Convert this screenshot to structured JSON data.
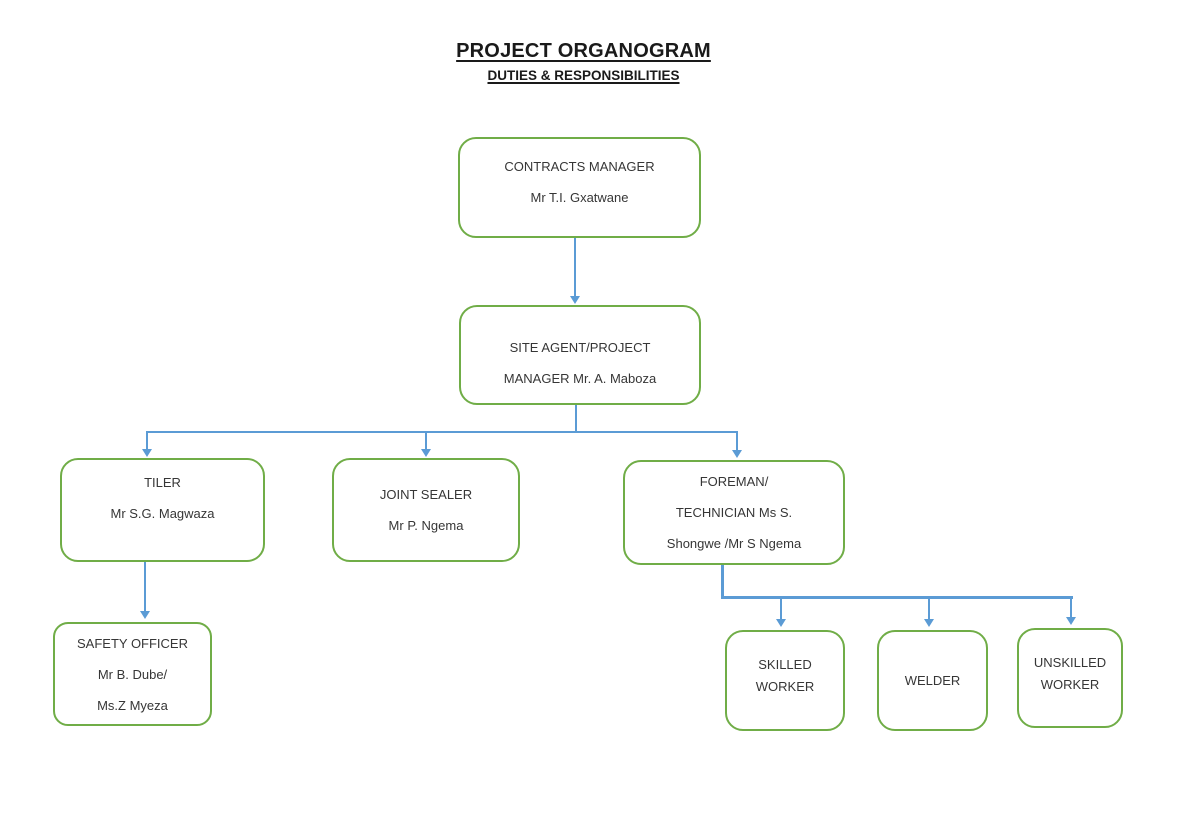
{
  "title": "PROJECT ORGANOGRAM",
  "subtitle": "DUTIES & RESPONSIBILITIES",
  "palette": {
    "box_border_green": "#70ad47",
    "connector_blue": "#5b9bd5",
    "text": "#363636"
  },
  "nodes": {
    "contracts_manager": {
      "lines": [
        "CONTRACTS MANAGER",
        "Mr T.I. Gxatwane"
      ]
    },
    "site_agent": {
      "lines": [
        "SITE AGENT/PROJECT",
        "MANAGER Mr. A. Maboza"
      ]
    },
    "tiler": {
      "lines": [
        "TILER",
        "Mr S.G. Magwaza"
      ]
    },
    "joint_sealer": {
      "lines": [
        "JOINT SEALER",
        "Mr P. Ngema"
      ]
    },
    "foreman": {
      "lines": [
        "FOREMAN/",
        "TECHNICIAN Ms S.",
        "Shongwe /Mr S Ngema"
      ]
    },
    "safety_officer": {
      "lines": [
        "SAFETY OFFICER",
        "Mr B. Dube/",
        "Ms.Z Myeza"
      ]
    },
    "skilled_worker": {
      "lines": [
        "SKILLED",
        "WORKER"
      ]
    },
    "welder": {
      "lines": [
        "WELDER"
      ]
    },
    "unskilled_worker": {
      "lines": [
        "UNSKILLED",
        "WORKER"
      ]
    }
  },
  "hierarchy": {
    "contracts_manager": [
      "site_agent"
    ],
    "site_agent": [
      "tiler",
      "joint_sealer",
      "foreman"
    ],
    "tiler": [
      "safety_officer"
    ],
    "foreman": [
      "skilled_worker",
      "welder",
      "unskilled_worker"
    ]
  }
}
